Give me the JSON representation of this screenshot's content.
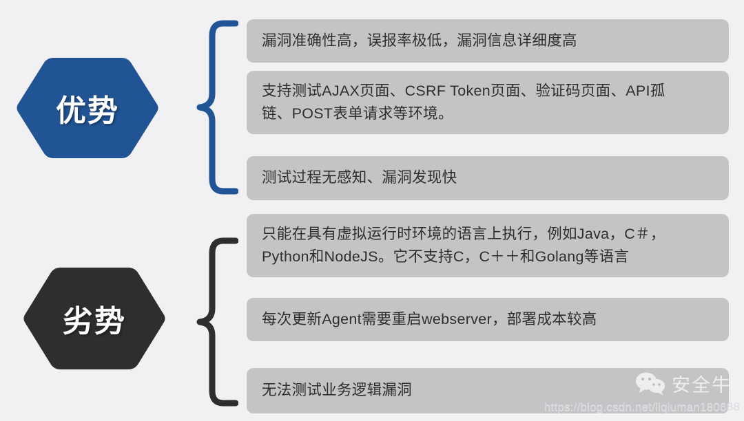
{
  "colors": {
    "background": "#f1f1f3",
    "advantage_hex": "#215494",
    "disadvantage_hex": "#2e2e2e",
    "box_fill": "#c4c4c6",
    "box_text": "#2e2e2e",
    "brace_advantage": "#215494",
    "brace_disadvantage": "#2e2e2e"
  },
  "sections": [
    {
      "id": "advantages",
      "badge_label": "优势",
      "badge_icon": "hexagon-blue",
      "brace_icon": "curly-brace-blue",
      "items": [
        {
          "lines": [
            "漏洞准确性高，误报率极低，漏洞信息详细度高"
          ]
        },
        {
          "lines": [
            "支持测试AJAX页面、CSRF Token页面、验证码页面、API孤",
            "链、POST表单请求等环境。"
          ]
        },
        {
          "lines": [
            "测试过程无感知、漏洞发现快"
          ]
        }
      ]
    },
    {
      "id": "disadvantages",
      "badge_label": "劣势",
      "badge_icon": "hexagon-dark",
      "brace_icon": "curly-brace-dark",
      "items": [
        {
          "lines": [
            "只能在具有虚拟运行时环境的语言上执行，例如Java，C＃，",
            "Python和NodeJS。它不支持C，C＋＋和Golang等语言"
          ]
        },
        {
          "lines": [
            "每次更新Agent需要重启webserver，部署成本较高"
          ]
        },
        {
          "lines": [
            "无法测试业务逻辑漏洞"
          ]
        }
      ]
    }
  ],
  "watermark": {
    "brand": "安全牛",
    "icon": "wechat-icon",
    "url": "https://blog.csdn.net/liqiuman180688"
  }
}
